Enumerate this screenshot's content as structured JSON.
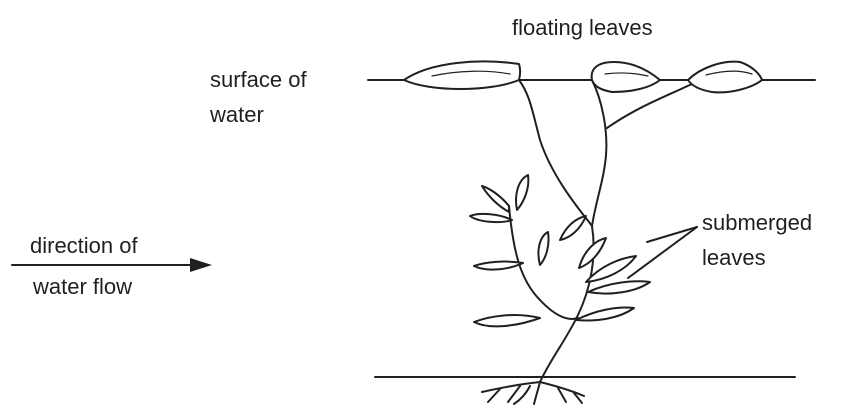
{
  "labels": {
    "floating_leaves": "floating leaves",
    "surface_line1": "surface of",
    "surface_line2": "water",
    "flow_line1": "direction of",
    "flow_line2": "water flow",
    "submerged_line1": "submerged",
    "submerged_line2": "leaves"
  }
}
